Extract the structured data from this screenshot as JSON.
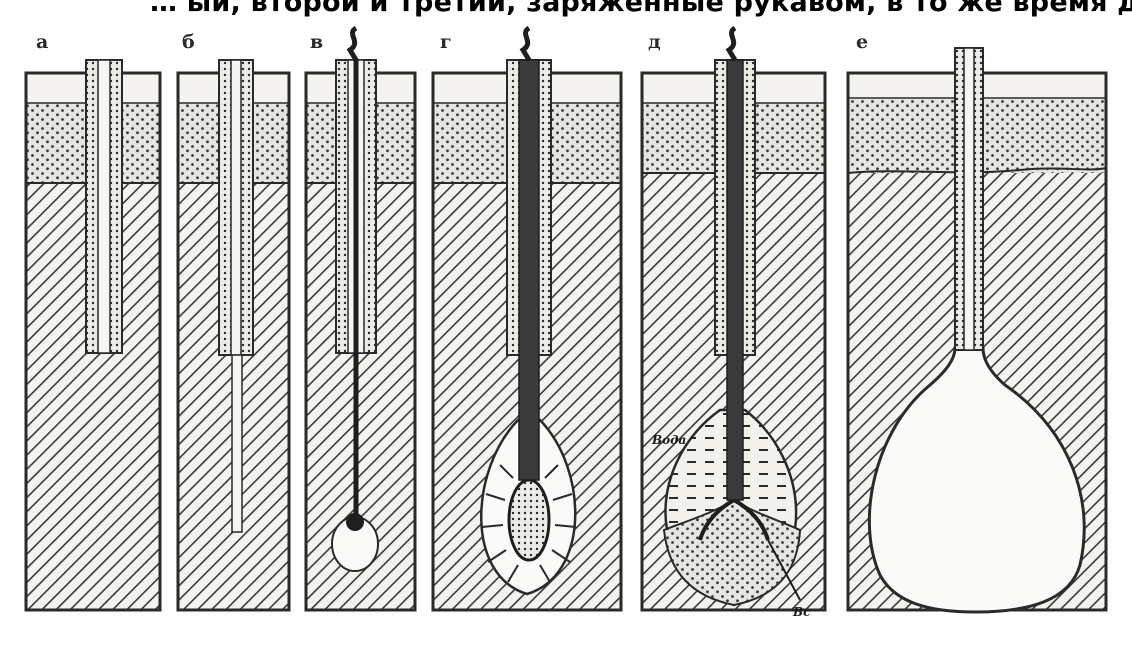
{
  "caption_strip": {
    "text": "… ый, второй и третий, заряженные рукавом, в то же время д"
  },
  "panels": [
    {
      "key": "a",
      "label": "а"
    },
    {
      "key": "b",
      "label": "б"
    },
    {
      "key": "v",
      "label": "в"
    },
    {
      "key": "g",
      "label": "г"
    },
    {
      "key": "d",
      "label": "д"
    },
    {
      "key": "e",
      "label": "е"
    }
  ],
  "callouts": {
    "upper": "Вода",
    "lower": "Вс"
  },
  "colors": {
    "ink": "#2a2a2a",
    "paper": "#f4f3ef",
    "sand": "#e7e5df",
    "cavity": "#fafaf8"
  }
}
